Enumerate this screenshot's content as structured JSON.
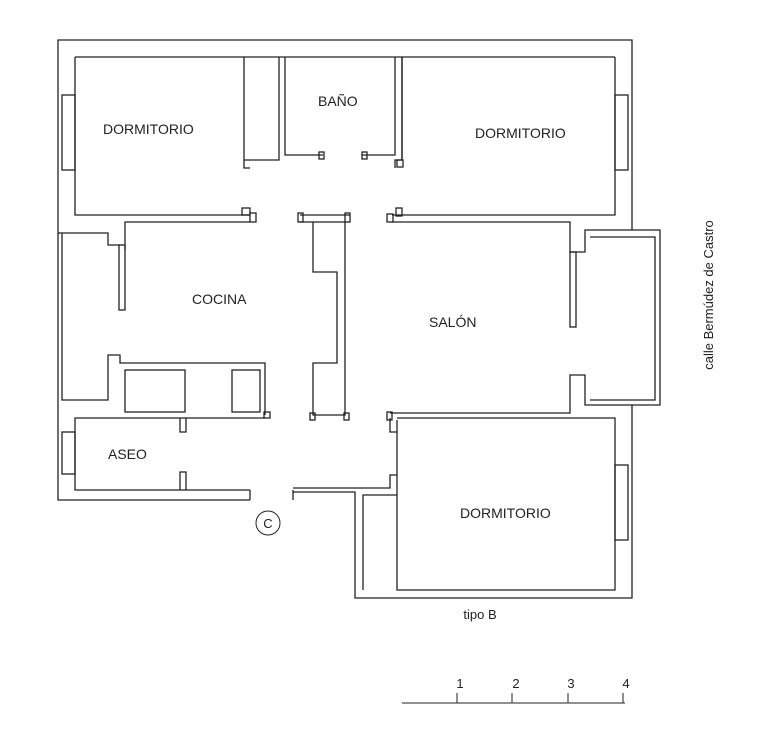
{
  "plan": {
    "rooms": {
      "dormitorio_1": "DORMITORIO",
      "bano": "BAÑO",
      "dormitorio_2": "DORMITORIO",
      "cocina": "COCINA",
      "salon": "SALÓN",
      "aseo": "ASEO",
      "dormitorio_3": "DORMITORIO"
    },
    "entrance_marker": "C",
    "type_label": "tipo B",
    "street_label": "calle Bermúdez de Castro"
  },
  "scale_bar": {
    "ticks": [
      "1",
      "2",
      "3",
      "4"
    ]
  }
}
